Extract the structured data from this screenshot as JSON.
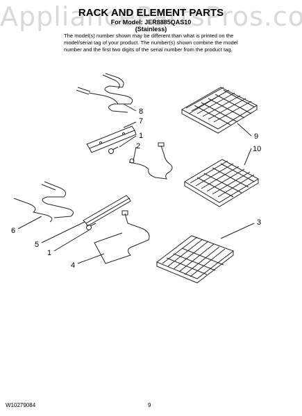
{
  "watermark": "AppliancePartsPros.com",
  "header": {
    "title": "RACK AND ELEMENT PARTS",
    "model_line": "For Model: JER8885QAS10",
    "finish_line": "(Stainless)"
  },
  "note": [
    "The model(s) number shown may be different than what is printed on the",
    "model/serial tag of your product. The number(s) shown combine the model",
    "number and the first two digits of the serial number from the product tag."
  ],
  "callouts": {
    "c8": "8",
    "c7": "7",
    "c1a": "1",
    "c2": "2",
    "c9": "9",
    "c10": "10",
    "c3": "3",
    "c6": "6",
    "c5": "5",
    "c1b": "1",
    "c4": "4"
  },
  "footer": {
    "doc_number": "W10279084",
    "page_number": "9"
  }
}
